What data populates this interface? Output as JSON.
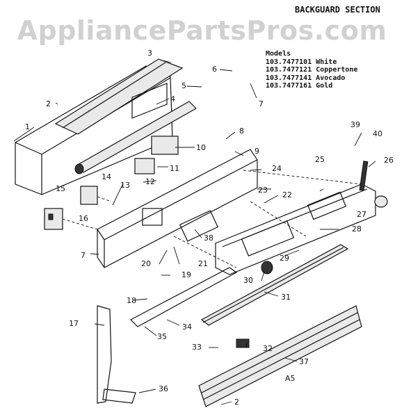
{
  "header": {
    "watermark": "AppliancePartsPros.com",
    "section_title": "BACKGUARD SECTION"
  },
  "models": {
    "title": "Models",
    "items": [
      "103.7477101 White",
      "103.7477121 Coppertone",
      "103.7477141 Avocado",
      "103.7477161 Gold"
    ]
  },
  "callouts": [
    "1",
    "2",
    "3",
    "4",
    "5",
    "6",
    "7",
    "8",
    "9",
    "10",
    "11",
    "12",
    "13",
    "14",
    "15",
    "16",
    "7",
    "17",
    "18",
    "19",
    "20",
    "21",
    "22",
    "23",
    "24",
    "25",
    "26",
    "27",
    "28",
    "29",
    "30",
    "31",
    "32",
    "33",
    "34",
    "35",
    "36",
    "37",
    "38",
    "39",
    "40",
    "2"
  ],
  "footer_code": "A5"
}
